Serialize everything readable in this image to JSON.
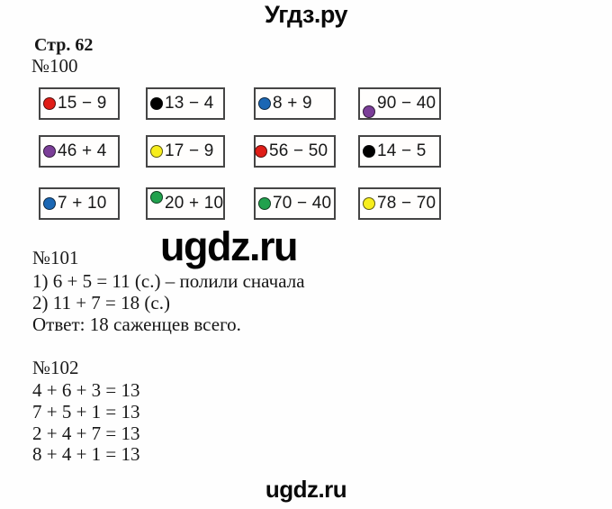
{
  "page": {
    "header_watermark": "Угдз.ру",
    "middle_watermark": "ugdz.ru",
    "footer_watermark": "ugdz.ru",
    "page_label": "Стр. 62"
  },
  "colors": {
    "red": "#e01d17",
    "black": "#000000",
    "blue": "#1b67b4",
    "purple": "#7b3e98",
    "yellow": "#f7ee1d",
    "green": "#21a14d"
  },
  "task100": {
    "label": "№100",
    "boxes": [
      {
        "dot": "red-dot",
        "dot_color": "#e01d17",
        "expression": "15 − 9"
      },
      {
        "dot": "black-dot",
        "dot_color": "#000000",
        "expression": "13 − 4"
      },
      {
        "dot": "blue-dot",
        "dot_color": "#1b67b4",
        "expression": "8 + 9"
      },
      {
        "dot": "purple-dot",
        "dot_color": "#7b3e98",
        "expression": "90 − 40"
      },
      {
        "dot": "purple-dot",
        "dot_color": "#7b3e98",
        "expression": "46 + 4"
      },
      {
        "dot": "yellow-dot",
        "dot_color": "#f7ee1d",
        "expression": "17 − 9"
      },
      {
        "dot": "red-dot",
        "dot_color": "#e01d17",
        "expression": "56 − 50"
      },
      {
        "dot": "black-dot",
        "dot_color": "#000000",
        "expression": "14 − 5"
      },
      {
        "dot": "blue-dot",
        "dot_color": "#1b67b4",
        "expression": "7 + 10"
      },
      {
        "dot": "green-dot",
        "dot_color": "#21a14d",
        "expression": "20 + 10"
      },
      {
        "dot": "green-dot",
        "dot_color": "#21a14d",
        "expression": "70 − 40"
      },
      {
        "dot": "yellow-dot",
        "dot_color": "#f7ee1d",
        "expression": "78 − 70"
      }
    ]
  },
  "task101": {
    "label": "№101",
    "lines": [
      "1) 6 + 5 = 11 (с.) – полили сначала",
      "2) 11 + 7 = 18 (с.)",
      "Ответ: 18 саженцев всего."
    ]
  },
  "task102": {
    "label": "№102",
    "lines": [
      "4 + 6 + 3 = 13",
      "7 + 5 + 1 = 13",
      "2 + 4 + 7 = 13",
      "8 + 4 + 1 = 13"
    ]
  }
}
